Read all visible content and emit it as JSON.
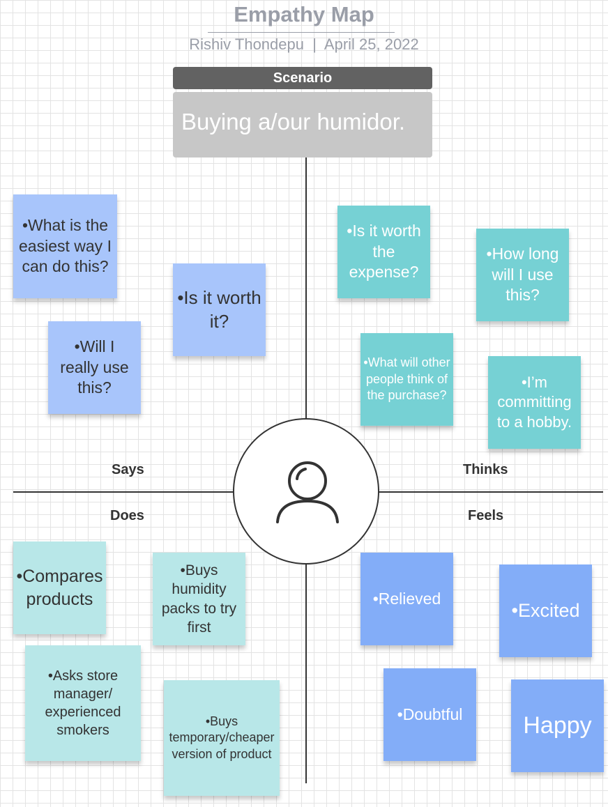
{
  "header": {
    "title": "Empathy Map",
    "subtitle": "Rishiv Thondepu  |  April 25, 2022"
  },
  "scenario": {
    "label": "Scenario",
    "text": "Buying a/our humidor."
  },
  "quadrants": {
    "says": "Says",
    "thinks": "Thinks",
    "does": "Does",
    "feels": "Feels"
  },
  "center_icon": "person-icon",
  "colors": {
    "says_note": "#a8c5fb",
    "thinks_note": "#76d1d4",
    "does_note": "#b8e7e8",
    "feels_note": "#83adf8",
    "scenario_header": "#626262",
    "scenario_body": "#c7c7c7"
  },
  "notes": {
    "says": [
      "•What is the easiest way I can do this?",
      "•Is it worth it?",
      "•Will I really use this?"
    ],
    "thinks": [
      "•Is it worth the expense?",
      "•How long will I use this?",
      "•What will other people think of the purchase?",
      "•I’m committing to a hobby."
    ],
    "does": [
      "•Compares products",
      "•Buys humidity packs to try first",
      "•Asks store manager/ experienced smokers",
      "•Buys temporary/cheaper version of product"
    ],
    "feels": [
      "•Relieved",
      "•Excited",
      "•Doubtful",
      "Happy"
    ]
  }
}
